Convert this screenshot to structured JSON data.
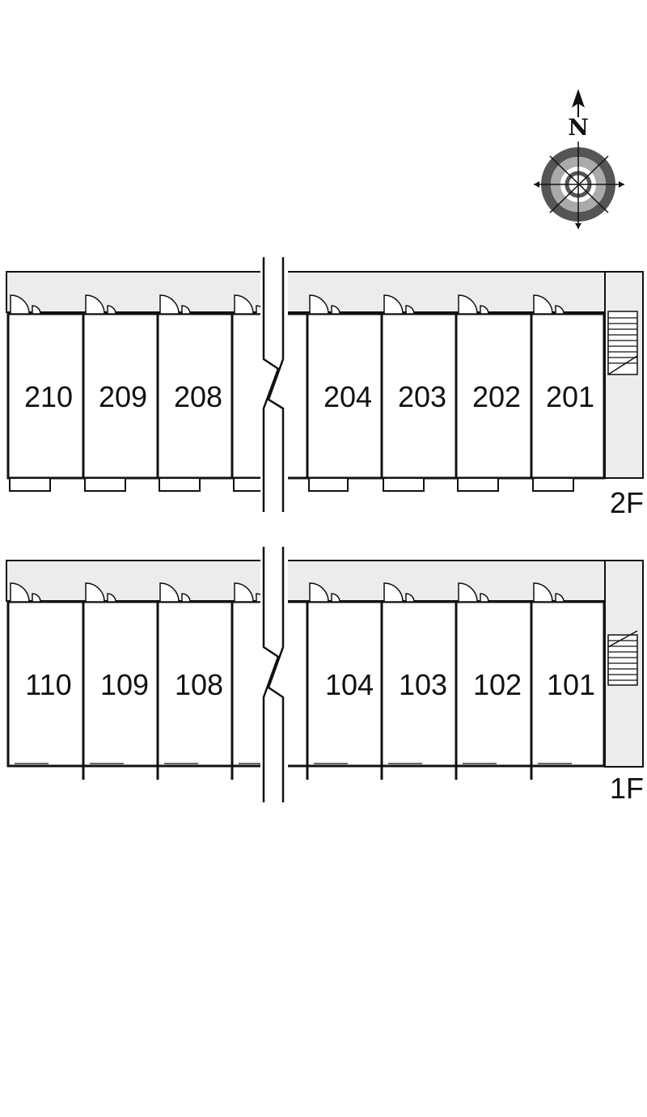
{
  "compass": {
    "north_label": "N"
  },
  "floors": [
    {
      "label": "2F",
      "units": [
        {
          "number": "210"
        },
        {
          "number": "209"
        },
        {
          "number": "208"
        },
        {
          "number": ""
        },
        {
          "number": "204"
        },
        {
          "number": "203"
        },
        {
          "number": "202"
        },
        {
          "number": "201"
        }
      ]
    },
    {
      "label": "1F",
      "units": [
        {
          "number": "110"
        },
        {
          "number": "109"
        },
        {
          "number": "108"
        },
        {
          "number": ""
        },
        {
          "number": "104"
        },
        {
          "number": "103"
        },
        {
          "number": "102"
        },
        {
          "number": "101"
        }
      ]
    }
  ],
  "colors": {
    "corridor": "#ececec",
    "wall": "#111111",
    "compass_dark": "#555555",
    "compass_light": "#aaaaaa"
  }
}
